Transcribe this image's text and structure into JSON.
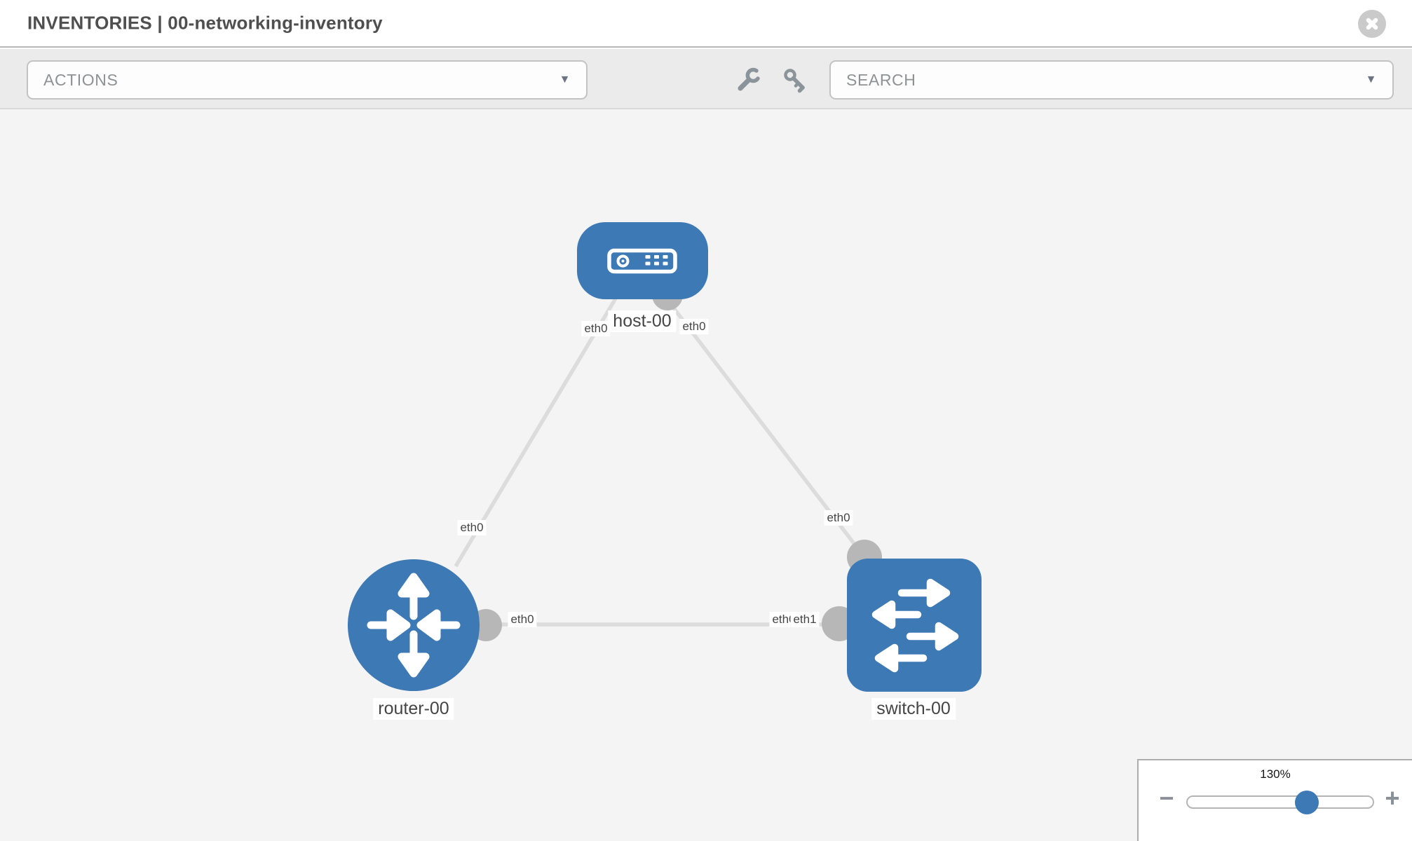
{
  "header": {
    "title": "INVENTORIES | 00-networking-inventory"
  },
  "toolbar": {
    "actions": {
      "value": "ACTIONS"
    },
    "search": {
      "value": "SEARCH"
    },
    "icons": {
      "wrench": "wrench-icon",
      "key": "key-icon"
    }
  },
  "diagram": {
    "nodes": [
      {
        "label": "host-00",
        "type": "host"
      },
      {
        "label": "router-00",
        "type": "router"
      },
      {
        "label": "switch-00",
        "type": "switch"
      }
    ],
    "links": [
      {
        "from": "host-00",
        "from_if": "eth0",
        "to": "router-00",
        "to_if": "eth0"
      },
      {
        "from": "host-00",
        "from_if": "eth0",
        "to": "switch-00",
        "to_if": "eth0"
      },
      {
        "from": "router-00",
        "from_if": "eth0",
        "to": "switch-00",
        "to_if": "eth1",
        "to_if_underlay": "eth0"
      }
    ]
  },
  "zoom_control": {
    "level": "130%",
    "minus_label": "−",
    "plus_label": "+"
  },
  "colors": {
    "node_blue": "#3c79b5",
    "connector_gray": "#b7b7b7",
    "link_gray": "#dcdcdc",
    "canvas_bg": "#f4f4f4",
    "toolbar_bg": "#ebebeb"
  }
}
